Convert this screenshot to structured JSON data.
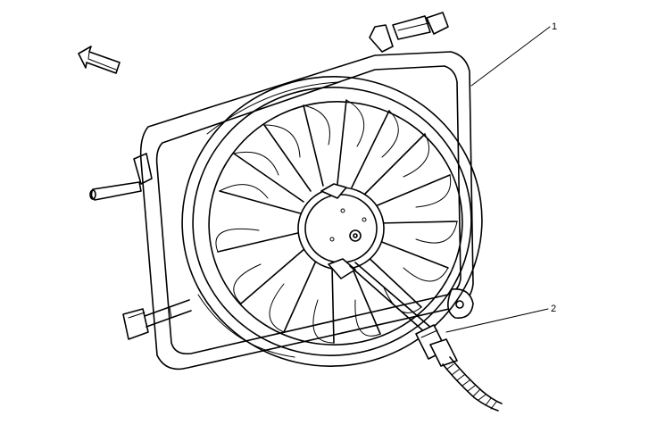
{
  "callouts": [
    {
      "label": "1",
      "target": "fan-shroud-assembly"
    },
    {
      "label": "2",
      "target": "fan-motor-connector"
    }
  ],
  "icons": {
    "direction": "arrow-forward-icon"
  },
  "colors": {
    "line": "#000000",
    "background": "#ffffff"
  }
}
